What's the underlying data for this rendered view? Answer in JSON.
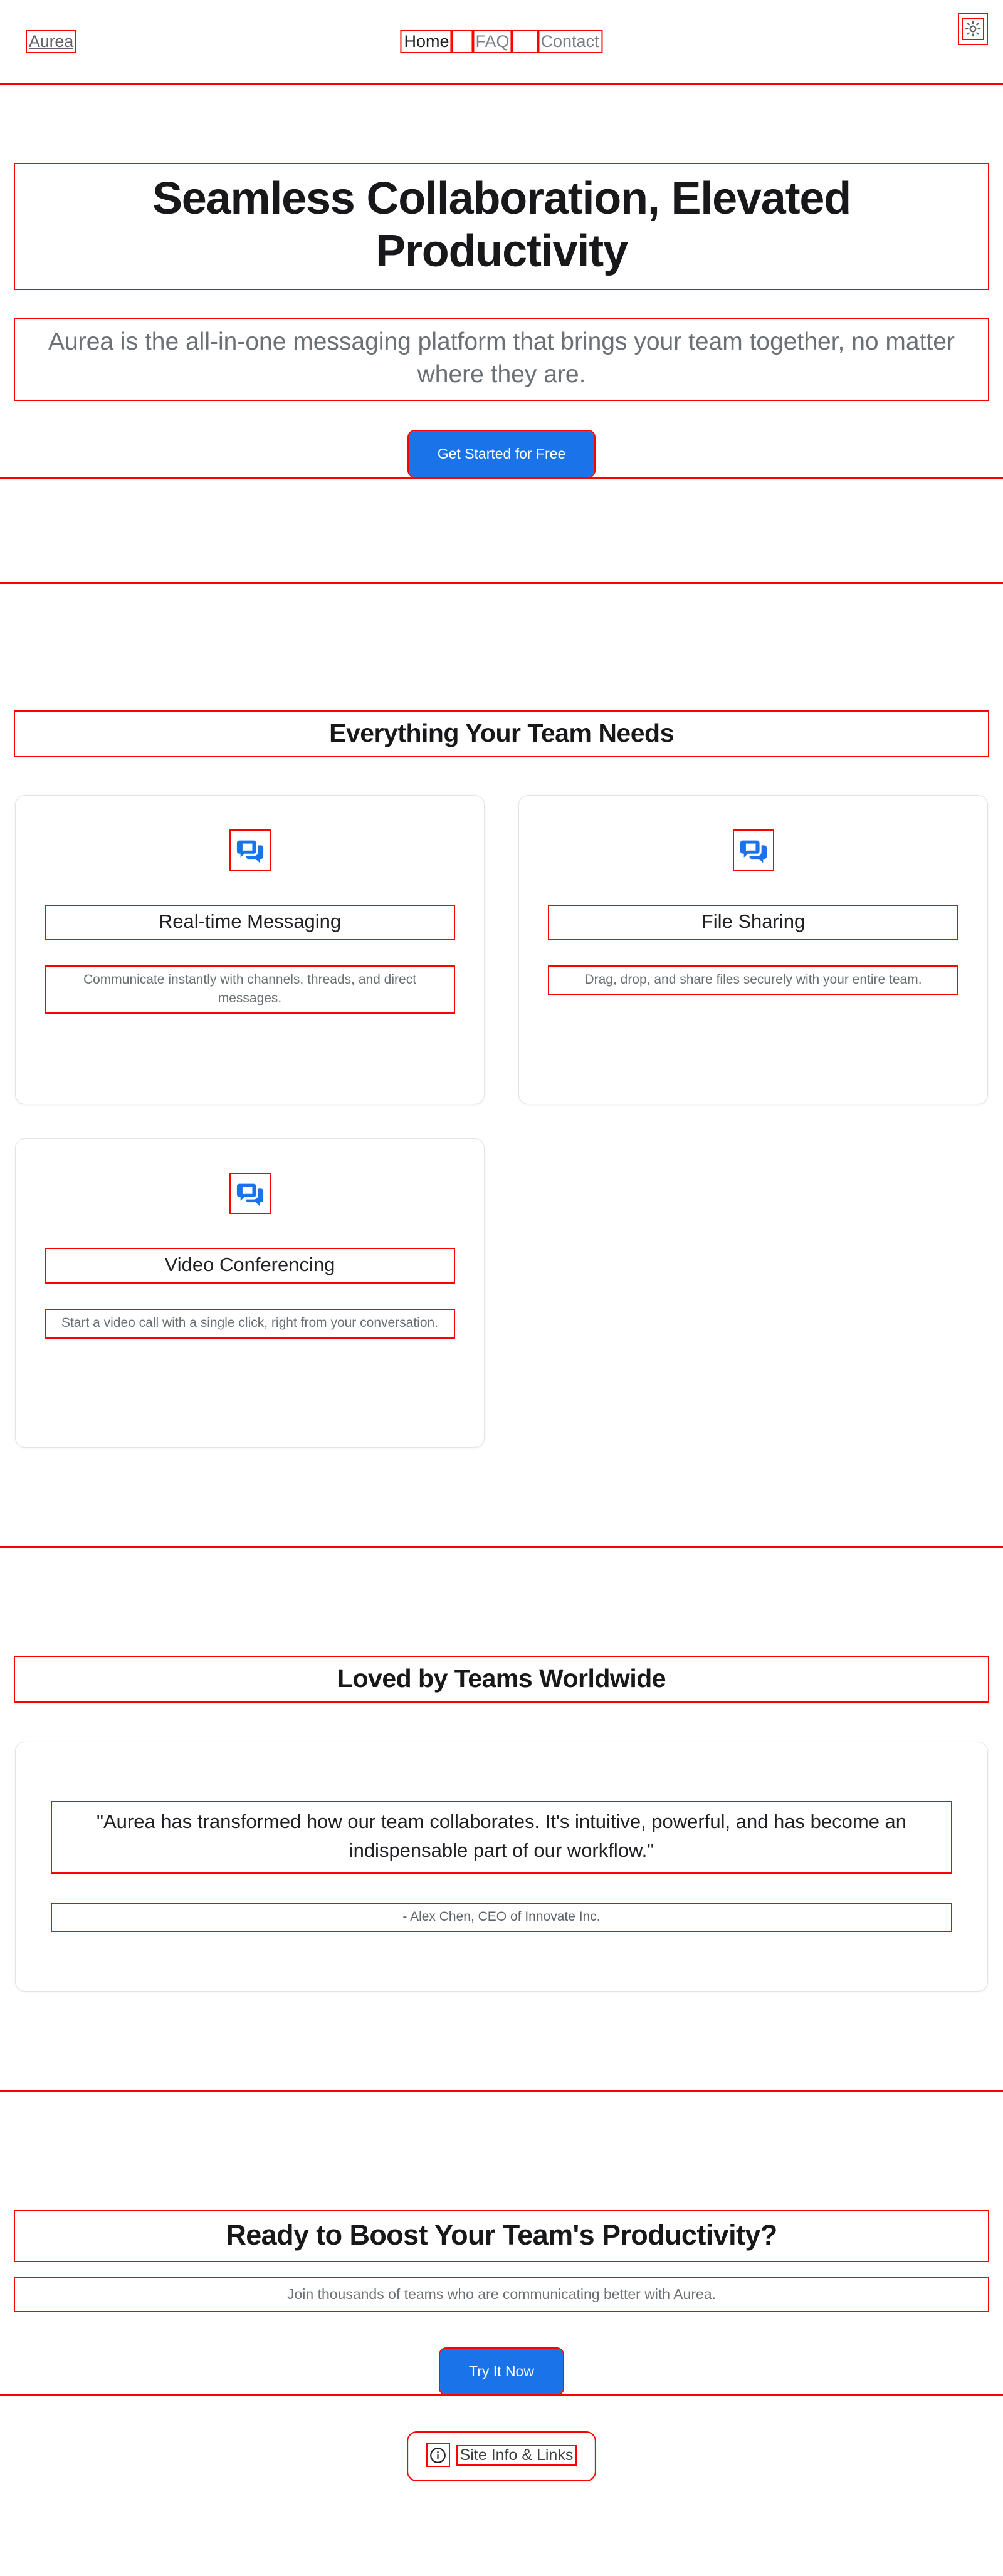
{
  "header": {
    "logo": "Aurea",
    "nav": [
      {
        "label": "Home",
        "active": true
      },
      {
        "label": "FAQ",
        "active": false
      },
      {
        "label": "Contact",
        "active": false
      }
    ],
    "theme_toggle_icon": "sun-icon"
  },
  "hero": {
    "title": "Seamless Collaboration, Elevated Productivity",
    "subtitle": "Aurea is the all-in-one messaging platform that brings your team together, no matter where they are.",
    "cta_label": "Get Started for Free"
  },
  "features": {
    "heading": "Everything Your Team Needs",
    "cards": [
      {
        "icon": "chat-bubbles-icon",
        "title": "Real-time Messaging",
        "description": "Communicate instantly with channels, threads, and direct messages."
      },
      {
        "icon": "chat-bubbles-icon",
        "title": "File Sharing",
        "description": "Drag, drop, and share files securely with your entire team."
      },
      {
        "icon": "chat-bubbles-icon",
        "title": "Video Conferencing",
        "description": "Start a video call with a single click, right from your conversation."
      }
    ]
  },
  "testimonials": {
    "heading": "Loved by Teams Worldwide",
    "quote": "\"Aurea has transformed how our team collaborates. It's intuitive, powerful, and has become an indispensable part of our workflow.\"",
    "author": "- Alex Chen, CEO of Innovate Inc."
  },
  "cta": {
    "title": "Ready to Boost Your Team's Productivity?",
    "subtitle": "Join thousands of teams who are communicating better with Aurea.",
    "button_label": "Try It Now"
  },
  "footer": {
    "info_icon": "info-circle-icon",
    "label": "Site Info & Links"
  },
  "colors": {
    "accent_blue": "#1a73e8",
    "icon_blue": "#1a73e8",
    "heading": "#18181b",
    "muted_text": "#6b7075",
    "annotation_red": "#ff0000",
    "card_border": "#e3e4e8"
  }
}
